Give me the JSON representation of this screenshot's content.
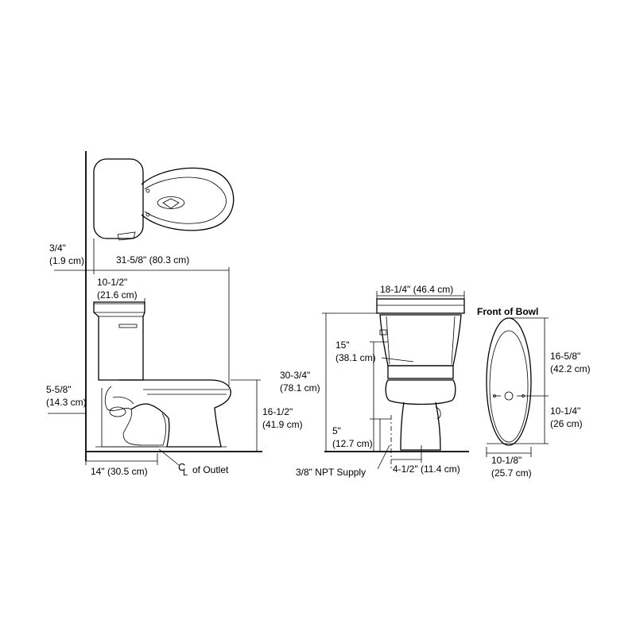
{
  "labels": {
    "wall_offset_in": "3/4\"",
    "wall_offset_cm": "(1.9 cm)",
    "overall_length": "31-5/8\" (80.3 cm)",
    "tank_depth_in": "10-1/2\"",
    "tank_depth_cm": "(21.6 cm)",
    "supply_height_in": "5-5/8\"",
    "supply_height_cm": "(14.3 cm)",
    "rough_in": "14\" (30.5 cm)",
    "outlet_cl_symbol": "CL",
    "outlet_text": "of Outlet",
    "rim_height_in": "16-1/2\"",
    "rim_height_cm": "(41.9 cm)",
    "overall_height_in": "30-3/4\"",
    "overall_height_cm": "(78.1 cm)",
    "tank_width": "18-1/4\" (46.4 cm)",
    "seat_height_in": "15\"",
    "seat_height_cm": "(38.1 cm)",
    "supply_in": "5\"",
    "supply_cm": "(12.7 cm)",
    "npt_supply": "3/8\" NPT Supply",
    "supply_offset": "4-1/2\" (11.4 cm)",
    "front_of_bowl": "Front of Bowl",
    "bowl_length_in": "16-5/8\"",
    "bowl_length_cm": "(42.2 cm)",
    "bowl_front_in": "10-1/4\"",
    "bowl_front_cm": "(26 cm)",
    "bowl_width_in": "10-1/8\"",
    "bowl_width_cm": "(25.7 cm)"
  }
}
